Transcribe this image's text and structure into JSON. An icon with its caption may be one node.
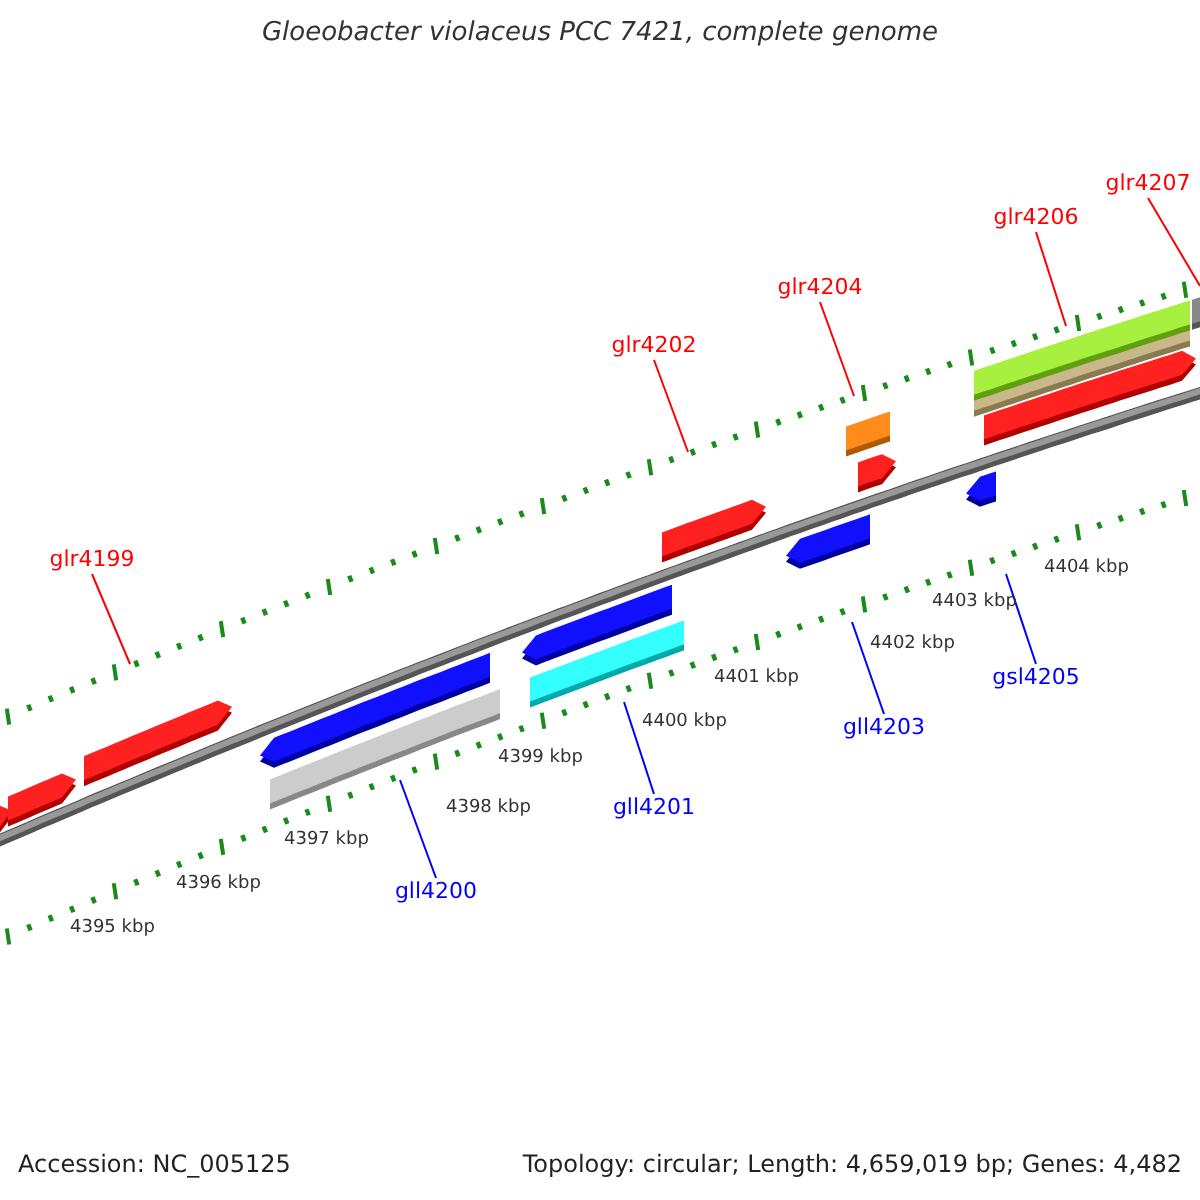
{
  "diagram": {
    "title": "Gloeobacter violaceus PCC 7421, complete genome",
    "nodes": [
      {
        "text": [
          "glr4199"
        ]
      },
      {
        "text": [
          "gll4200"
        ]
      },
      {
        "text": [
          "gll4201"
        ]
      },
      {
        "text": [
          "glr4202"
        ]
      },
      {
        "text": [
          "gll4203"
        ]
      },
      {
        "text": [
          "glr4204"
        ]
      },
      {
        "text": [
          "gsl4205"
        ]
      },
      {
        "text": [
          "glr4206"
        ]
      },
      {
        "text": [
          "glr4207"
        ]
      }
    ],
    "edges": [
      {
        "from": 0,
        "to": null,
        "arrow": "none"
      },
      {
        "from": 1,
        "to": null,
        "arrow": "none",
        "color": "#0000ff"
      },
      {
        "from": 2,
        "to": null,
        "arrow": "none",
        "color": "#0000ff"
      },
      {
        "from": 3,
        "to": null,
        "arrow": "none"
      },
      {
        "from": 4,
        "to": null,
        "arrow": "none",
        "color": "#0000ff"
      },
      {
        "from": 5,
        "to": null,
        "arrow": "none"
      },
      {
        "from": 6,
        "to": null,
        "arrow": "none",
        "color": "#0000ff"
      },
      {
        "from": 7,
        "to": null,
        "arrow": "none"
      },
      {
        "from": 8,
        "to": null,
        "arrow": "none"
      }
    ],
    "labels": [
      "4395 kbp",
      "4396 kbp",
      "4397 kbp",
      "4398 kbp",
      "4399 kbp",
      "4400 kbp",
      "4401 kbp",
      "4402 kbp",
      "4403 kbp",
      "4404 kbp",
      "Accession: NC_005125",
      "Topology: circular; Length: 4,659,019 bp; Genes: 4,482"
    ]
  }
}
